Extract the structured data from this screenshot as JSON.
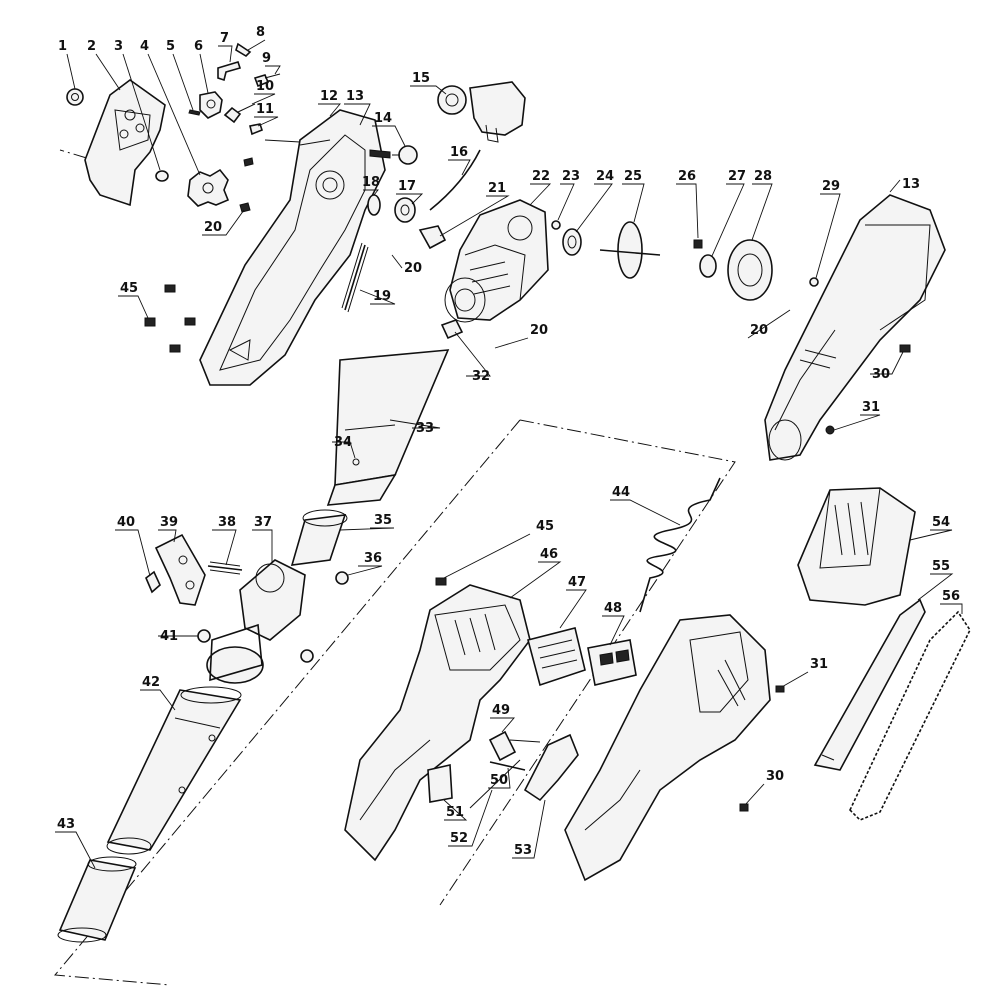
{
  "diagram": {
    "type": "exploded-parts-view",
    "callouts": [
      "1",
      "2",
      "3",
      "4",
      "5",
      "6",
      "7",
      "8",
      "9",
      "10",
      "11",
      "12",
      "13",
      "14",
      "15",
      "16",
      "17",
      "18",
      "19",
      "20",
      "21",
      "22",
      "23",
      "24",
      "25",
      "26",
      "27",
      "28",
      "29",
      "30",
      "31",
      "32",
      "33",
      "34",
      "35",
      "36",
      "37",
      "38",
      "39",
      "40",
      "41",
      "42",
      "43",
      "44",
      "45",
      "46",
      "47",
      "48",
      "49",
      "50",
      "51",
      "52",
      "53",
      "54",
      "55",
      "56"
    ],
    "repeated_labels": {
      "r20b": "20",
      "r20c": "20",
      "r20d": "20",
      "r13b": "13",
      "r45b": "45",
      "r31b": "31",
      "r30b": "30"
    }
  }
}
